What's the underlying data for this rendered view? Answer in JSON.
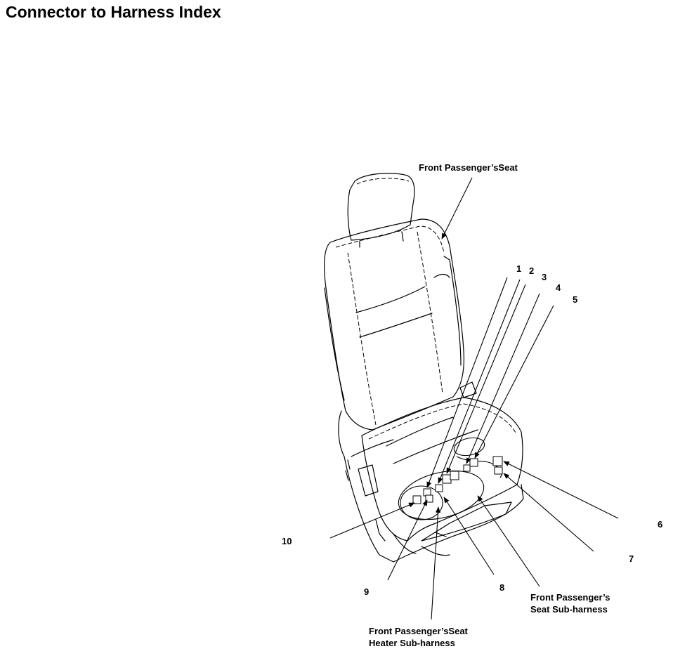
{
  "title": "Connector to Harness Index",
  "labels": {
    "seat": "Front Passenger’sSeat",
    "sub_harness_line1": "Front Passenger’s",
    "sub_harness_line2": "Seat Sub-harness",
    "heater_line1": "Front Passenger’sSeat",
    "heater_line2": "Heater Sub-harness"
  },
  "numbers": [
    "1",
    "2",
    "3",
    "4",
    "5",
    "6",
    "7",
    "8",
    "9",
    "10"
  ]
}
